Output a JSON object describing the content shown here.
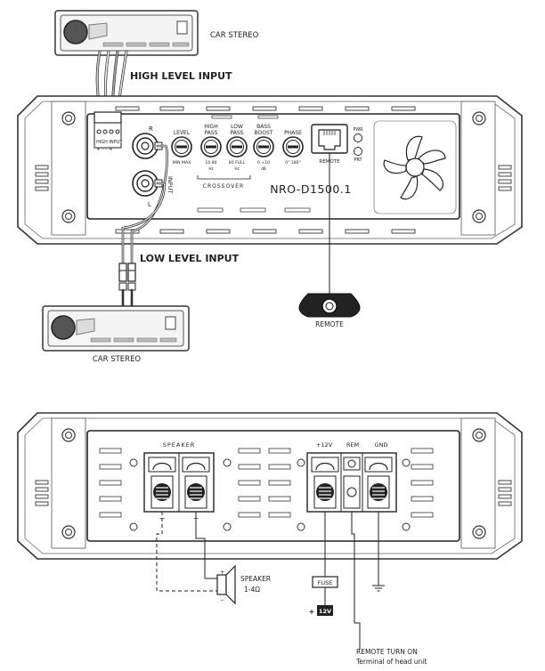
{
  "top": {
    "car_stereo_top": "CAR STEREO",
    "high_level_input": "HIGH LEVEL INPUT",
    "high_input_terminal": "HIGH INPUT",
    "high_input_polarity": "+ - - +",
    "input_side": "INPUT",
    "channel_r": "R",
    "channel_l": "L",
    "knobs": [
      {
        "title1": "",
        "title2": "LEVEL",
        "scale": "MIN MAX"
      },
      {
        "title1": "HIGH",
        "title2": "PASS",
        "scale": "10   80"
      },
      {
        "title1": "LOW",
        "title2": "PASS",
        "scale": "80 FULL"
      },
      {
        "title1": "BASS",
        "title2": "BOOST",
        "scale": "0   +10"
      },
      {
        "title1": "",
        "title2": "PHASE",
        "scale": "0°  180°"
      }
    ],
    "unit_hz_1": "Hz",
    "unit_hz_2": "Hz",
    "unit_db": "dB",
    "crossover": "CROSSOVER",
    "remote_port": "REMOTE",
    "led_pwr": "PWR",
    "led_prt": "PRT",
    "model": "NRO-D1500.1",
    "low_level_input": "LOW LEVEL INPUT",
    "car_stereo_bottom": "CAR STEREO",
    "remote_knob": "REMOTE"
  },
  "bottom": {
    "speaker_header": "SPEAKER",
    "speaker_neg": "−",
    "speaker_pos": "+",
    "power_12v": "+12V",
    "power_rem": "REM",
    "power_gnd": "GND",
    "speaker_label": "SPEAKER",
    "speaker_impedance": "1-4Ω",
    "speaker_plus": "+",
    "speaker_minus": "−",
    "fuse": "FUSE",
    "battery_plus": "+",
    "battery": "12V",
    "remote_turn_on_1": "REMOTE TURN ON",
    "remote_turn_on_2": "Terminal of head unit"
  }
}
